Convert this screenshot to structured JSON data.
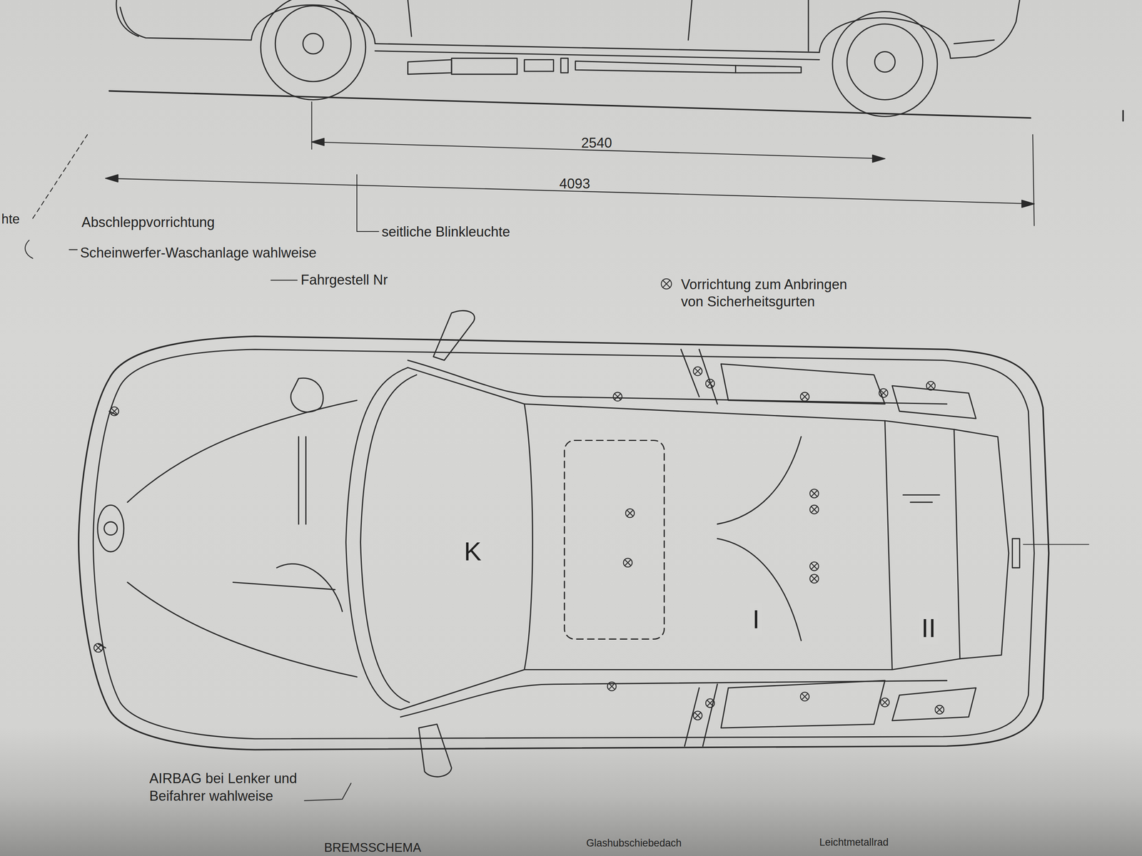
{
  "diagram": {
    "labels": [
      "2540",
      "4093",
      "hte",
      "Abschleppvorrichtung",
      "seitliche Blinkleuchte",
      "Scheinwerfer-Waschanlage wahlweise",
      "Fahrgestell Nr",
      "Vorrichtung zum Anbringen von Sicherheitsgurten",
      "K",
      "I",
      "II",
      "AIRBAG bei Lenker und Beifahrer wahlweise",
      "BREMSSCHEMA",
      "Glashubschiebedach",
      "Leichtmetallrad"
    ]
  }
}
